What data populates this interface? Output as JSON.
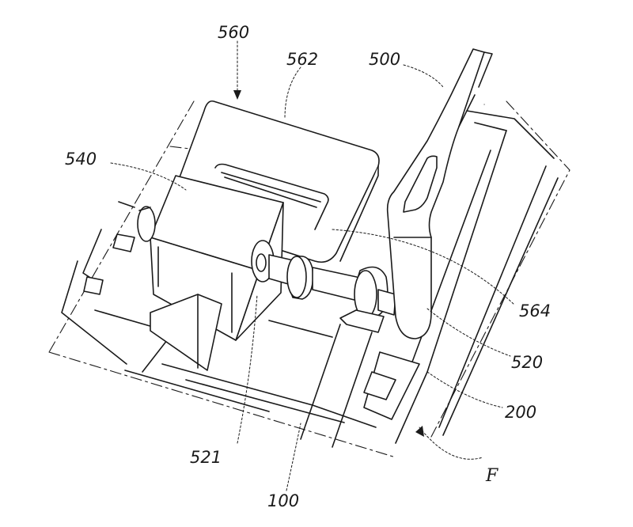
{
  "labels": {
    "l560": "560",
    "l562": "562",
    "l500": "500",
    "l540": "540",
    "l564": "564",
    "l520": "520",
    "l200": "200",
    "l521": "521",
    "l100": "100",
    "lF": "F"
  }
}
